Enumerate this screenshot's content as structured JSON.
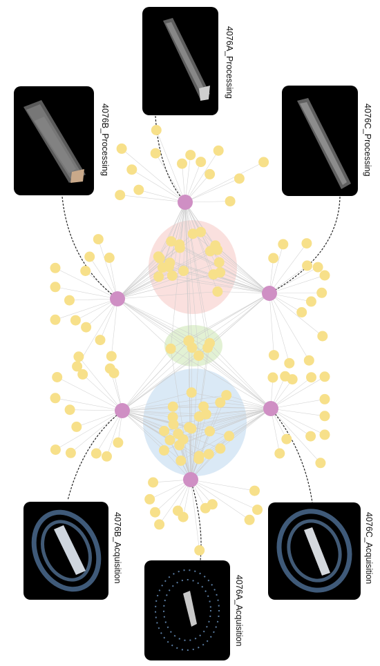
{
  "panels": {
    "b_processing": "4076B_Processing",
    "a_processing": "4076A_Processing",
    "c_processing": "4076C_Processing",
    "b_acquisition": "4076B_Acquisition",
    "a_acquisition": "4076A_Acquisition",
    "c_acquisition": "4076C_Acquisition"
  },
  "colors": {
    "hub": "#cf8fc4",
    "leaf": "#f7e08a",
    "edge": "#c9c9c9",
    "group_processing": "#f6c7c2",
    "group_shared": "#cfe7b8",
    "group_acquisition": "#bcd7ef",
    "panel_bg": "#000000"
  }
}
